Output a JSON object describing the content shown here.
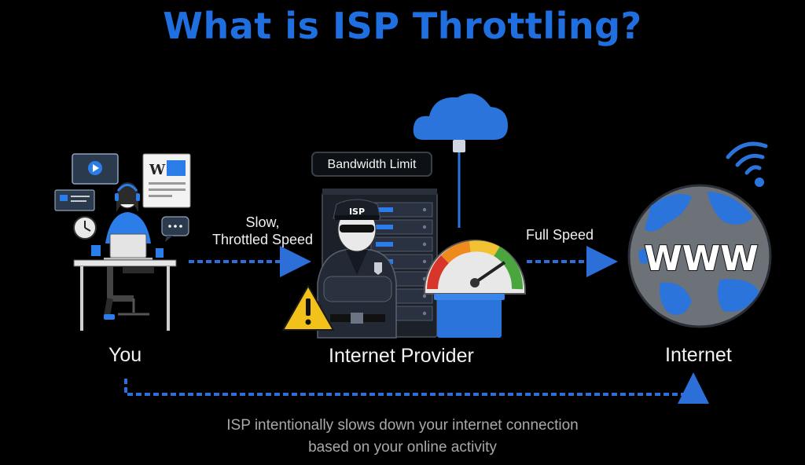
{
  "title": "What is ISP Throttling?",
  "nodes": {
    "you": "You",
    "provider": "Internet Provider",
    "internet": "Internet"
  },
  "badge": "Bandwidth Limit",
  "flows": {
    "slow_line1": "Slow,",
    "slow_line2": "Throttled Speed",
    "full": "Full Speed"
  },
  "server_label": "ISP",
  "globe_label": "WWW",
  "doc_letter": "W",
  "caption": {
    "line1": "ISP intentionally slows down your internet connection",
    "line2": "based on your online activity"
  },
  "colors": {
    "accent": "#1f6fe0",
    "arrow": "#2d6fd8",
    "warning": "#f2c21b",
    "gauge_red": "#d8362a",
    "gauge_orange": "#ef8a1f",
    "gauge_yellow": "#f1c232",
    "gauge_green": "#4aa53f"
  },
  "icons": [
    "video-icon",
    "document-icon",
    "chat-icon",
    "clock-icon",
    "laptop-icon",
    "cloud-icon",
    "server-icon",
    "police-officer-icon",
    "warning-icon",
    "speedometer-icon",
    "globe-icon",
    "wifi-icon"
  ]
}
